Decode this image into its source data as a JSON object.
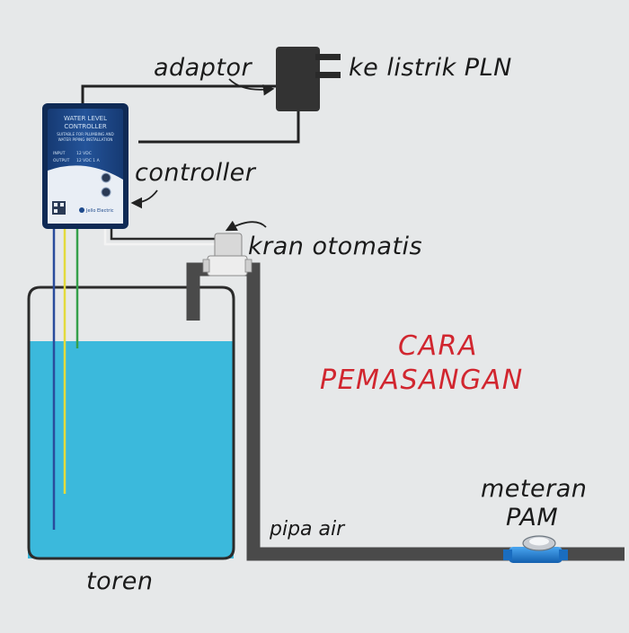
{
  "labels": {
    "adaptor": "adaptor",
    "power": "ke listrik PLN",
    "controller": "controller",
    "valve": "kran otomatis",
    "tank": "toren",
    "pipe": "pipa air",
    "meter_line1": "meteran",
    "meter_line2": "PAM",
    "title_line1": "CARA",
    "title_line2": "PEMASANGAN"
  },
  "device": {
    "line1": "WATER LEVEL",
    "line2": "CONTROLLER",
    "line3": "SUITABLE FOR PLUMBING AND",
    "line4": "WATER PIPING INSTALLATION",
    "input_label": "INPUT",
    "input_value": "12 VDC",
    "output_label": "OUTPUT",
    "output_value": "12 VDC 1 A",
    "brand": "Jello Electric"
  },
  "colors": {
    "background": "#e6e8e9",
    "water": "#3bb9dc",
    "pipe": "#4a4a4a",
    "controller_body": "#1e4a8c",
    "title_text": "#d1262f",
    "meter_body": "#1f7fd6"
  },
  "icons": {
    "adaptor": "power-adaptor-icon",
    "controller": "water-level-controller-icon",
    "valve": "solenoid-valve-icon",
    "meter": "water-meter-icon",
    "tank": "water-tank-icon"
  }
}
